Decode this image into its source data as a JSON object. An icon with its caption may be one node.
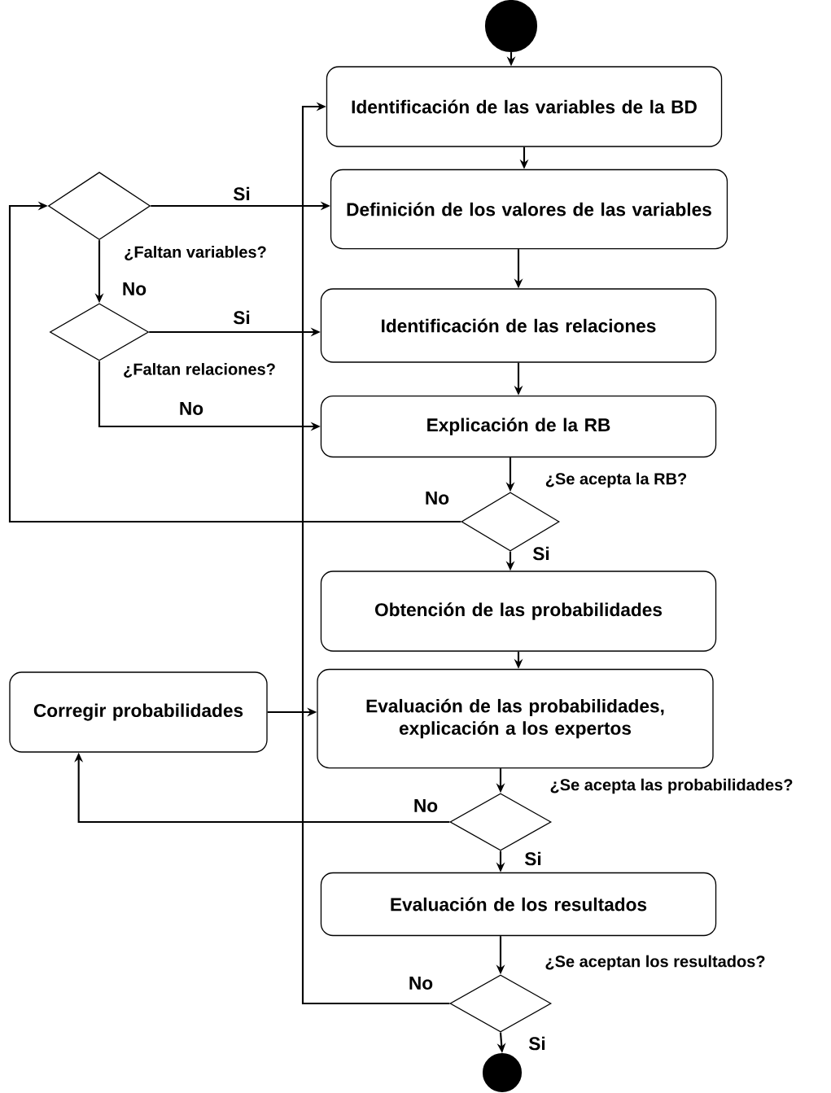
{
  "diagram": {
    "nodes": [
      {
        "text": [],
        "shape": "circle"
      },
      {
        "text": [
          "Identificación de las variables de la BD"
        ]
      },
      {
        "text": [
          "Definición de los valores de las variables"
        ]
      },
      {
        "text": [],
        "shape": "diamond",
        "beside": [
          "¿Faltan variables?"
        ]
      },
      {
        "text": [],
        "shape": "diamond",
        "beside": [
          "¿Faltan relaciones?"
        ]
      },
      {
        "text": [
          "Identificación de las relaciones"
        ]
      },
      {
        "text": [
          "Explicación de la RB"
        ]
      },
      {
        "text": [],
        "shape": "diamond",
        "beside": [
          "¿Se acepta la RB?"
        ]
      },
      {
        "text": [
          "Obtención de las probabilidades"
        ]
      },
      {
        "text": [
          "Corregir probabilidades"
        ]
      },
      {
        "text": [
          "Evaluación de las probabilidades, explicación a los expertos"
        ]
      },
      {
        "text": [],
        "shape": "diamond",
        "beside": [
          "¿Se acepta las probabilidades?"
        ]
      },
      {
        "text": [
          "Evaluación de los resultados"
        ]
      },
      {
        "text": [],
        "shape": "diamond",
        "beside": [
          "¿Se aceptan los resultados?"
        ]
      },
      {
        "text": [],
        "shape": "circle"
      }
    ],
    "edges": [
      {
        "from": 0,
        "to": 1,
        "arrow": "to"
      },
      {
        "from": 1,
        "to": 2,
        "arrow": "to"
      },
      {
        "from": 2,
        "to": 5,
        "arrow": "to"
      },
      {
        "from": 5,
        "to": 6,
        "arrow": "to"
      },
      {
        "from": 3,
        "to": 2,
        "arrow": "to",
        "label": "Si"
      },
      {
        "from": 3,
        "to": 4,
        "arrow": "to",
        "label": "No"
      },
      {
        "from": 4,
        "to": 5,
        "arrow": "to",
        "label": "Si"
      },
      {
        "from": 4,
        "to": 6,
        "arrow": "to",
        "label": "No"
      },
      {
        "from": 6,
        "to": 7,
        "arrow": "to"
      },
      {
        "from": 7,
        "to": 3,
        "arrow": "to",
        "label": "No"
      },
      {
        "from": 7,
        "to": 8,
        "arrow": "to",
        "label": "Si"
      },
      {
        "from": 8,
        "to": 10,
        "arrow": "to"
      },
      {
        "from": 9,
        "to": 10,
        "arrow": "to"
      },
      {
        "from": 10,
        "to": 11,
        "arrow": "to"
      },
      {
        "from": 11,
        "to": 9,
        "arrow": "to",
        "label": "No"
      },
      {
        "from": 11,
        "to": 12,
        "arrow": "to",
        "label": "Si"
      },
      {
        "from": 12,
        "to": 13,
        "arrow": "to"
      },
      {
        "from": 13,
        "to": 1,
        "arrow": "to",
        "label": "No"
      },
      {
        "from": 13,
        "to": 14,
        "arrow": "to",
        "label": "Si"
      }
    ]
  }
}
